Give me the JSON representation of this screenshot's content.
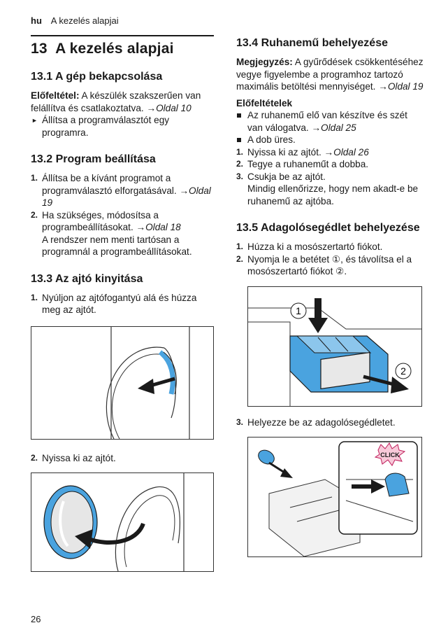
{
  "header": {
    "lang": "hu",
    "title": "A kezelés alapjai"
  },
  "chapter": {
    "number": "13",
    "title": "A kezelés alapjai"
  },
  "s131": {
    "title": "13.1  A gép bekapcsolása",
    "pre_label": "Előfeltétel:",
    "pre_text": " A készülék szakszerűen van felállítva és csatlakoztatva. ",
    "pre_xref": "→Oldal 10",
    "step": "Állítsa a programválasztót egy programra."
  },
  "s132": {
    "title": "13.2  Program beállítása",
    "step1": "Állítsa be a kívánt programot a programválasztó elforgatásával. ",
    "step1_xref": "→Oldal 19",
    "step2": "Ha szükséges, módosítsa a programbeállításokat. ",
    "step2_xref": "→Oldal 18",
    "step2_note": "A rendszer nem menti tartósan a programnál a programbeállításokat."
  },
  "s133": {
    "title": "13.3  Az ajtó kinyitása",
    "step1": "Nyúljon az ajtófogantyú alá és húzza meg az ajtót.",
    "step2": "Nyissa ki az ajtót."
  },
  "s134": {
    "title": "13.4  Ruhanemű behelyezése",
    "note_label": "Megjegyzés:",
    "note_text": " A gyűrődések csökkentéséhez vegye figyelembe a programhoz tartozó maximális betöltési mennyiséget. ",
    "note_xref": "→Oldal 19",
    "pre_heading": "Előfeltételek",
    "pre1": "Az ruhanemű elő van készítve és szét van válogatva. ",
    "pre1_xref": "→Oldal 25",
    "pre2": "A dob üres.",
    "step1": "Nyissa ki az ajtót. ",
    "step1_xref": "→Oldal 26",
    "step2": "Tegye a ruhaneműt a dobba.",
    "step3": "Csukja be az ajtót.",
    "step3_note": "Mindig ellenőrizze, hogy nem akadt-e be ruhanemű az ajtóba."
  },
  "s135": {
    "title": "13.5  Adagolósegédlet behelyezése",
    "step1": "Húzza ki a mosószertartó fiókot.",
    "step2": "Nyomja le a betétet ①, és távolítsa el a mosószertartó fiókot ②.",
    "step3": "Helyezze be az adagolósegédletet.",
    "fig_label1": "1",
    "fig_label2": "2",
    "click_label": "CLICK"
  },
  "nums": {
    "n1": "1.",
    "n2": "2.",
    "n3": "3."
  },
  "page_number": "26",
  "colors": {
    "accent_blue": "#4aa3df",
    "ink": "#1a1a1a"
  }
}
